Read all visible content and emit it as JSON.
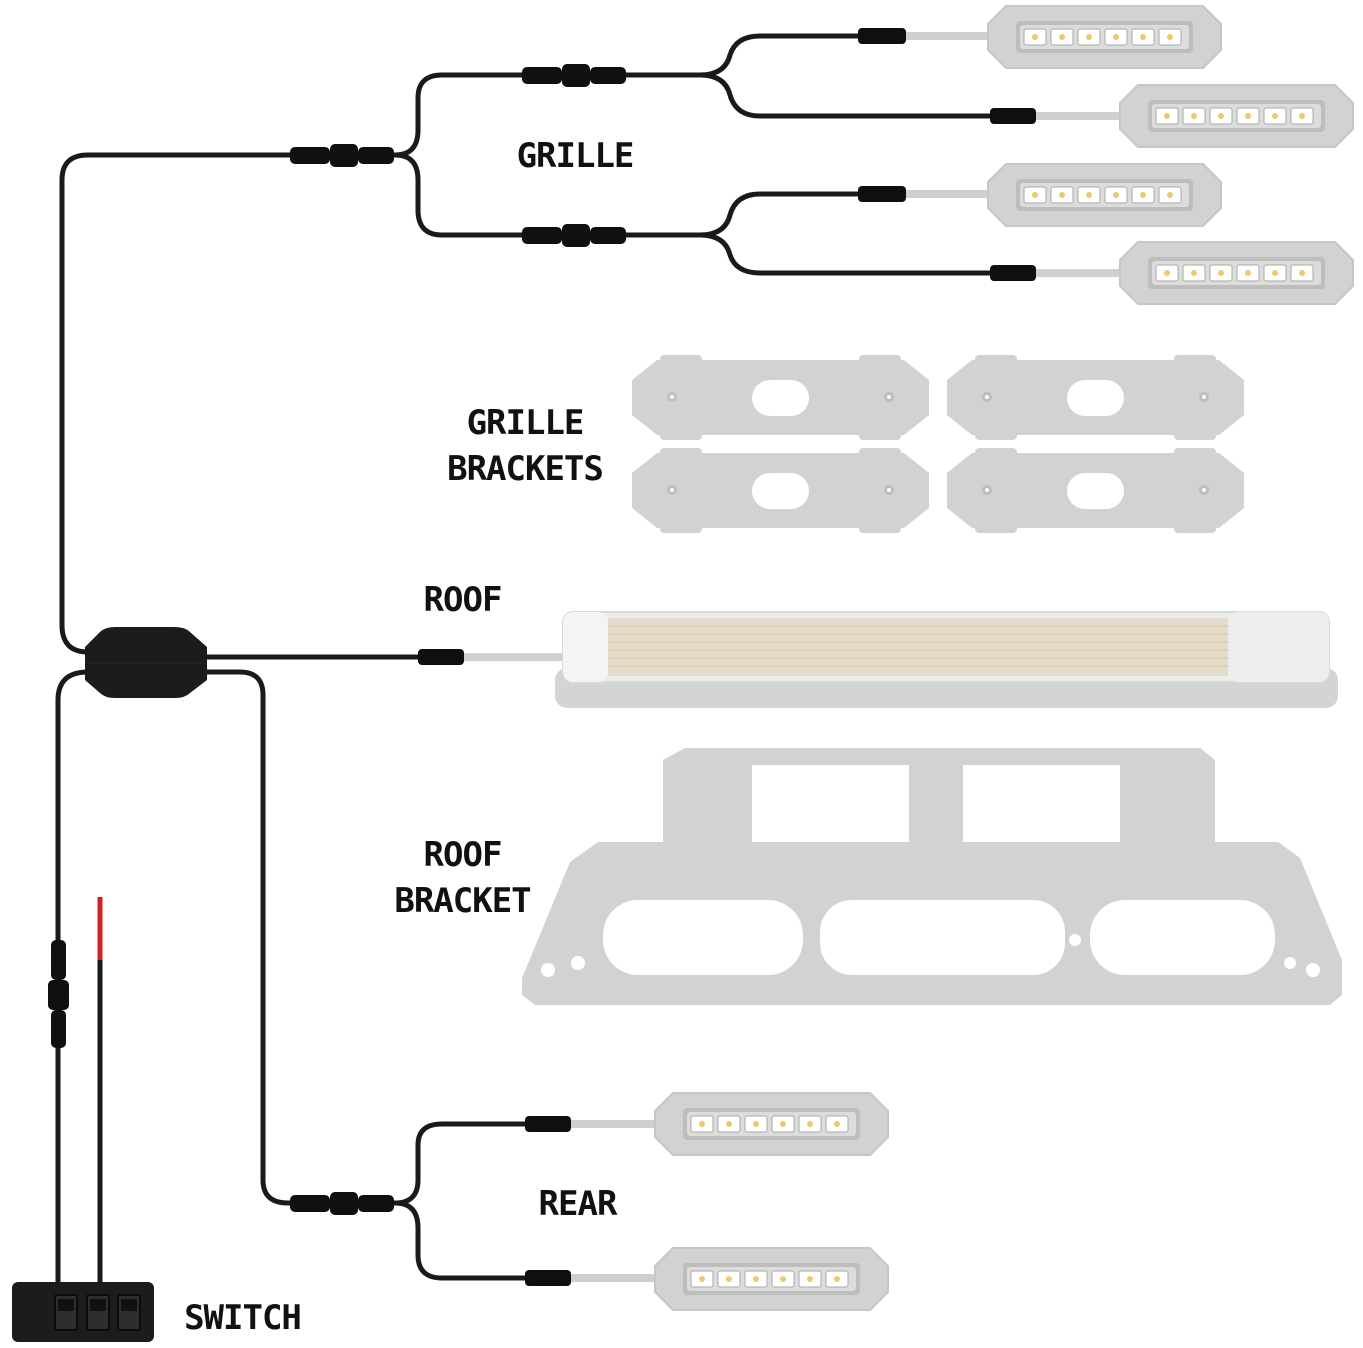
{
  "labels": {
    "grille": "GRILLE",
    "grille_brackets": [
      "GRILLE",
      "BRACKETS"
    ],
    "roof": "ROOF",
    "roof_bracket": [
      "ROOF",
      "BRACKET"
    ],
    "rear": "REAR",
    "switch": "SWITCH"
  },
  "colors": {
    "wire": "#1a1a1a",
    "connector": "#0f0f0f",
    "component_gray": "#d2d2d2",
    "component_edge": "#c4c4c4",
    "power_wire_red": "#d32020",
    "text": "#111111"
  },
  "components": {
    "grille_lights": 4,
    "grille_brackets": 4,
    "roof_light": 1,
    "roof_bracket": 1,
    "rear_lights": 2,
    "switch_rockers": 3,
    "leds_per_pod": 6
  }
}
